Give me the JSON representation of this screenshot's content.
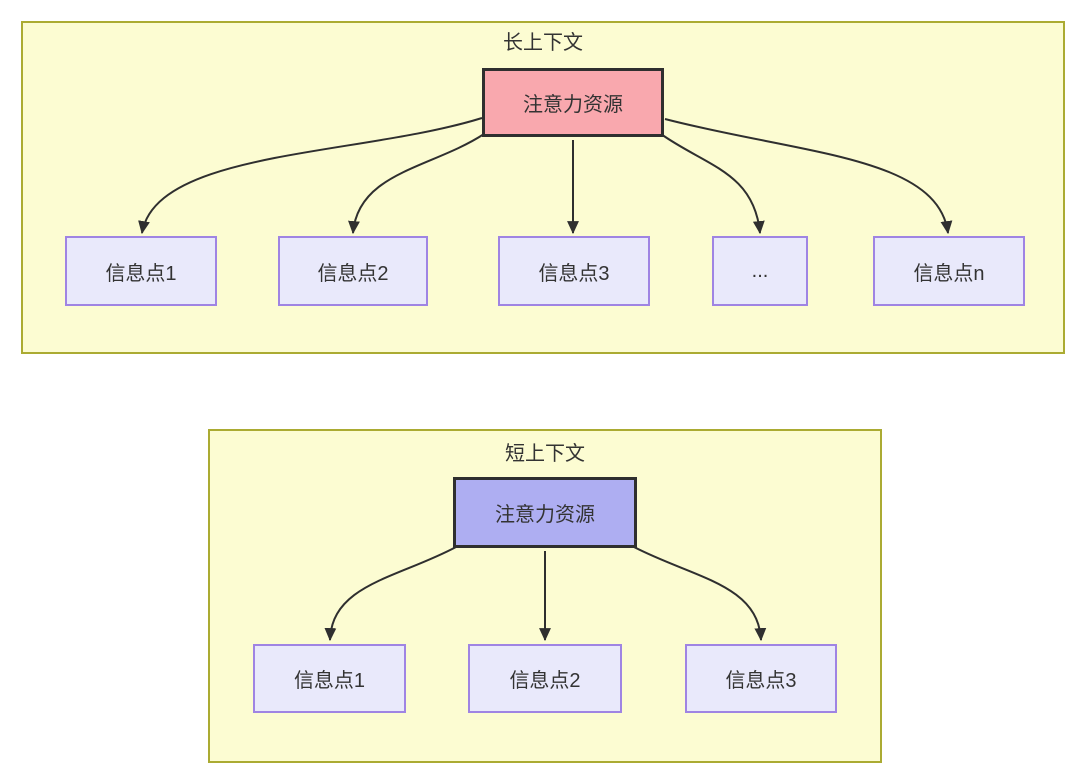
{
  "palette": {
    "container_bg": "#FCFCD2",
    "container_border": "#ABAB32",
    "long_root_bg": "#F9A8AE",
    "short_root_bg": "#AEAEF2",
    "node_bg": "#E9E9FB",
    "node_border": "#9F84E3",
    "root_border": "#2F2F2F",
    "arrow_color": "#2F2F2F",
    "text_color": "#333333",
    "page_bg": "#FFFFFF"
  },
  "long_context": {
    "title": "长上下文",
    "root_label": "注意力资源",
    "nodes": [
      "信息点1",
      "信息点2",
      "信息点3",
      "...",
      "信息点n"
    ]
  },
  "short_context": {
    "title": "短上下文",
    "root_label": "注意力资源",
    "nodes": [
      "信息点1",
      "信息点2",
      "信息点3"
    ]
  }
}
